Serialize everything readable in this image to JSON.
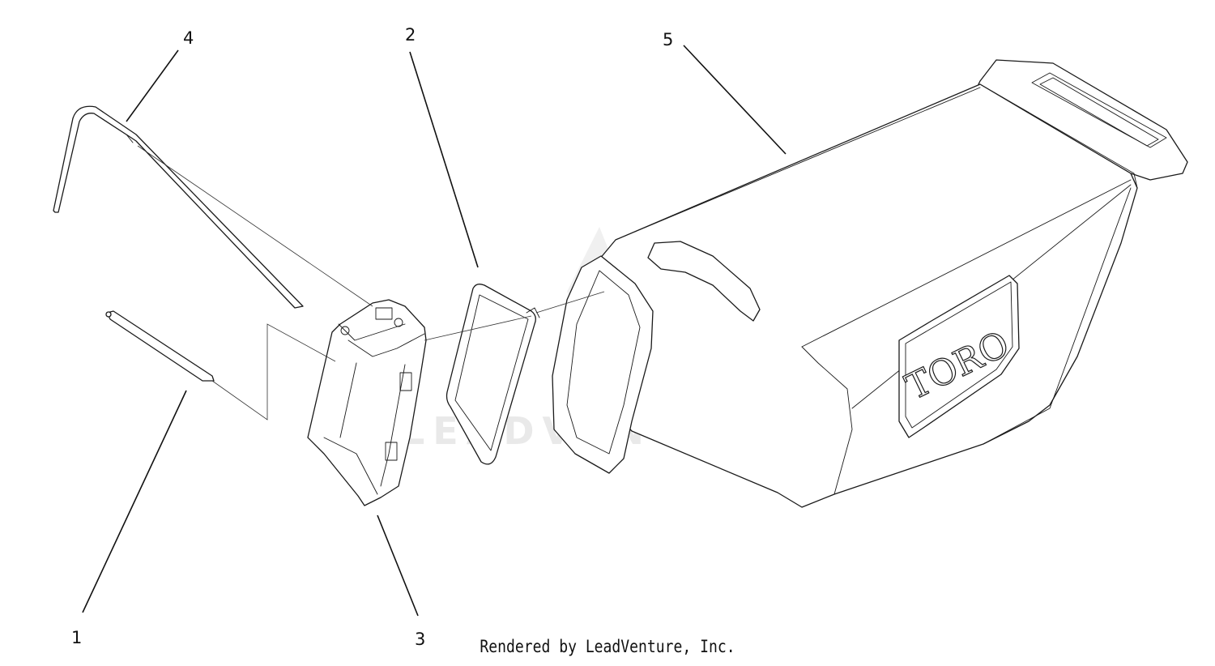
{
  "diagram": {
    "callouts": [
      {
        "id": "1",
        "label": "1"
      },
      {
        "id": "2",
        "label": "2"
      },
      {
        "id": "3",
        "label": "3"
      },
      {
        "id": "4",
        "label": "4"
      },
      {
        "id": "5",
        "label": "5"
      }
    ],
    "brand_logo": "TORO",
    "watermark": "LEADVENTURE",
    "footer": "Rendered by LeadVenture, Inc."
  }
}
